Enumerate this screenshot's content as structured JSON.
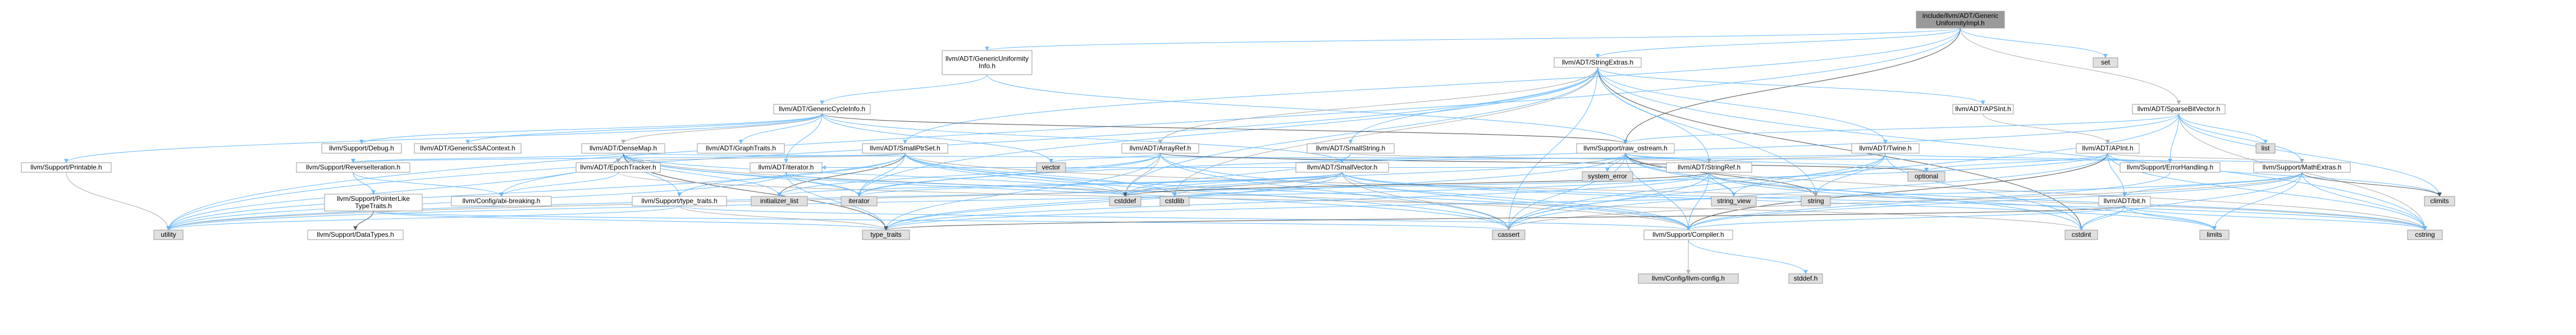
{
  "colors": {
    "root_fill": "#9a9a9a",
    "header_fill": "#ffffff",
    "missing_fill": "#e0e0e0",
    "incomplete_border": "#ff0000",
    "edge_primary": "#63b8ff",
    "edge_secondary": "#a9a9a9",
    "edge_tertiary": "#4d4d4d"
  },
  "nodes": [
    {
      "id": "root",
      "lines": [
        "include/llvm/ADT/Generic",
        "UniformityImpl.h"
      ],
      "kind": "root"
    },
    {
      "id": "genuniinfo",
      "lines": [
        "llvm/ADT/GenericUniformity",
        "Info.h"
      ],
      "kind": "header"
    },
    {
      "id": "stringextras",
      "lines": [
        "llvm/ADT/StringExtras.h"
      ],
      "kind": "header"
    },
    {
      "id": "set",
      "lines": [
        "set"
      ],
      "kind": "missing"
    },
    {
      "id": "gencycleinfo",
      "lines": [
        "llvm/ADT/GenericCycleInfo.h"
      ],
      "kind": "header"
    },
    {
      "id": "apsint",
      "lines": [
        "llvm/ADT/APSInt.h"
      ],
      "kind": "header"
    },
    {
      "id": "sparsebv",
      "lines": [
        "llvm/ADT/SparseBitVector.h"
      ],
      "kind": "header"
    },
    {
      "id": "debug",
      "lines": [
        "llvm/Support/Debug.h"
      ],
      "kind": "header"
    },
    {
      "id": "genssactx",
      "lines": [
        "llvm/ADT/GenericSSAContext.h"
      ],
      "kind": "header"
    },
    {
      "id": "densemap",
      "lines": [
        "llvm/ADT/DenseMap.h"
      ],
      "kind": "incomplete"
    },
    {
      "id": "graphtraits",
      "lines": [
        "llvm/ADT/GraphTraits.h"
      ],
      "kind": "incomplete"
    },
    {
      "id": "smallptrset",
      "lines": [
        "llvm/ADT/SmallPtrSet.h"
      ],
      "kind": "header"
    },
    {
      "id": "arrayref",
      "lines": [
        "llvm/ADT/ArrayRef.h"
      ],
      "kind": "incomplete"
    },
    {
      "id": "smallstring",
      "lines": [
        "llvm/ADT/SmallString.h"
      ],
      "kind": "header"
    },
    {
      "id": "rawostream",
      "lines": [
        "llvm/Support/raw_ostream.h"
      ],
      "kind": "header"
    },
    {
      "id": "twine",
      "lines": [
        "llvm/ADT/Twine.h"
      ],
      "kind": "header"
    },
    {
      "id": "apint",
      "lines": [
        "llvm/ADT/APInt.h"
      ],
      "kind": "header"
    },
    {
      "id": "list",
      "lines": [
        "list"
      ],
      "kind": "missing"
    },
    {
      "id": "printable",
      "lines": [
        "llvm/Support/Printable.h"
      ],
      "kind": "incomplete"
    },
    {
      "id": "reverseiter",
      "lines": [
        "llvm/Support/ReverseIteration.h"
      ],
      "kind": "header"
    },
    {
      "id": "epochtracker",
      "lines": [
        "llvm/ADT/EpochTracker.h"
      ],
      "kind": "header"
    },
    {
      "id": "iterator_h",
      "lines": [
        "llvm/ADT/iterator.h"
      ],
      "kind": "incomplete"
    },
    {
      "id": "vector",
      "lines": [
        "vector"
      ],
      "kind": "missing"
    },
    {
      "id": "smallvector",
      "lines": [
        "llvm/ADT/SmallVector.h"
      ],
      "kind": "incomplete"
    },
    {
      "id": "system_error",
      "lines": [
        "system_error"
      ],
      "kind": "missing"
    },
    {
      "id": "stringref",
      "lines": [
        "llvm/ADT/StringRef.h"
      ],
      "kind": "incomplete"
    },
    {
      "id": "optional",
      "lines": [
        "optional"
      ],
      "kind": "missing"
    },
    {
      "id": "errorhandling",
      "lines": [
        "llvm/Support/ErrorHandling.h"
      ],
      "kind": "header"
    },
    {
      "id": "mathextras",
      "lines": [
        "llvm/Support/MathExtras.h"
      ],
      "kind": "header"
    },
    {
      "id": "ptrlike",
      "lines": [
        "llvm/Support/PointerLike",
        "TypeTraits.h"
      ],
      "kind": "header"
    },
    {
      "id": "abibreaking",
      "lines": [
        "llvm/Config/abi-breaking.h"
      ],
      "kind": "header"
    },
    {
      "id": "typetraits_h",
      "lines": [
        "llvm/Support/type_traits.h"
      ],
      "kind": "header"
    },
    {
      "id": "init_list",
      "lines": [
        "initializer_list"
      ],
      "kind": "missing"
    },
    {
      "id": "iterator",
      "lines": [
        "iterator"
      ],
      "kind": "missing"
    },
    {
      "id": "cstddef",
      "lines": [
        "cstddef"
      ],
      "kind": "missing"
    },
    {
      "id": "cstdlib",
      "lines": [
        "cstdlib"
      ],
      "kind": "missing"
    },
    {
      "id": "string_view",
      "lines": [
        "string_view"
      ],
      "kind": "missing"
    },
    {
      "id": "string",
      "lines": [
        "string"
      ],
      "kind": "missing"
    },
    {
      "id": "bit",
      "lines": [
        "llvm/ADT/bit.h"
      ],
      "kind": "header"
    },
    {
      "id": "climits",
      "lines": [
        "climits"
      ],
      "kind": "missing"
    },
    {
      "id": "datatypes",
      "lines": [
        "llvm/Support/DataTypes.h"
      ],
      "kind": "incomplete"
    },
    {
      "id": "utility",
      "lines": [
        "utility"
      ],
      "kind": "missing"
    },
    {
      "id": "type_traits",
      "lines": [
        "type_traits"
      ],
      "kind": "missing"
    },
    {
      "id": "cassert",
      "lines": [
        "cassert"
      ],
      "kind": "missing"
    },
    {
      "id": "compiler",
      "lines": [
        "llvm/Support/Compiler.h"
      ],
      "kind": "header"
    },
    {
      "id": "cstdint",
      "lines": [
        "cstdint"
      ],
      "kind": "missing"
    },
    {
      "id": "limits",
      "lines": [
        "limits"
      ],
      "kind": "missing"
    },
    {
      "id": "cstring",
      "lines": [
        "cstring"
      ],
      "kind": "missing"
    },
    {
      "id": "llvmconfig",
      "lines": [
        "llvm/Config/llvm-config.h"
      ],
      "kind": "missing"
    },
    {
      "id": "stddef",
      "lines": [
        "stddef.h"
      ],
      "kind": "missing"
    }
  ],
  "edges": [
    [
      "root",
      "genuniinfo"
    ],
    [
      "root",
      "stringextras"
    ],
    [
      "root",
      "set"
    ],
    [
      "root",
      "sparsebv"
    ],
    [
      "root",
      "smallptrset"
    ],
    [
      "root",
      "rawostream"
    ],
    [
      "root",
      "utility"
    ],
    [
      "genuniinfo",
      "gencycleinfo"
    ],
    [
      "genuniinfo",
      "rawostream"
    ],
    [
      "stringextras",
      "apsint"
    ],
    [
      "stringextras",
      "arrayref"
    ],
    [
      "stringextras",
      "smallstring"
    ],
    [
      "stringextras",
      "stringref"
    ],
    [
      "stringextras",
      "twine"
    ],
    [
      "stringextras",
      "cassert"
    ],
    [
      "stringextras",
      "cstddef"
    ],
    [
      "stringextras",
      "cstdint"
    ],
    [
      "stringextras",
      "cstdlib"
    ],
    [
      "stringextras",
      "cstring"
    ],
    [
      "stringextras",
      "iterator"
    ],
    [
      "stringextras",
      "string"
    ],
    [
      "stringextras",
      "utility"
    ],
    [
      "gencycleinfo",
      "debug"
    ],
    [
      "gencycleinfo",
      "genssactx"
    ],
    [
      "gencycleinfo",
      "densemap"
    ],
    [
      "gencycleinfo",
      "graphtraits"
    ],
    [
      "gencycleinfo",
      "smallvector"
    ],
    [
      "gencycleinfo",
      "rawostream"
    ],
    [
      "gencycleinfo",
      "printable"
    ],
    [
      "gencycleinfo",
      "iterator_h"
    ],
    [
      "gencycleinfo",
      "vector"
    ],
    [
      "apsint",
      "apint"
    ],
    [
      "sparsebv",
      "errorhandling"
    ],
    [
      "sparsebv",
      "mathextras"
    ],
    [
      "sparsebv",
      "rawostream"
    ],
    [
      "sparsebv",
      "list"
    ],
    [
      "sparsebv",
      "cassert"
    ],
    [
      "sparsebv",
      "climits"
    ],
    [
      "sparsebv",
      "cstring"
    ],
    [
      "sparsebv",
      "iterator"
    ],
    [
      "densemap",
      "epochtracker"
    ],
    [
      "densemap",
      "reverseiter"
    ],
    [
      "densemap",
      "typetraits_h"
    ],
    [
      "densemap",
      "abibreaking"
    ],
    [
      "densemap",
      "mathextras"
    ],
    [
      "densemap",
      "compiler"
    ],
    [
      "densemap",
      "init_list"
    ],
    [
      "densemap",
      "iterator"
    ],
    [
      "densemap",
      "cstddef"
    ],
    [
      "densemap",
      "type_traits"
    ],
    [
      "densemap",
      "utility"
    ],
    [
      "densemap",
      "cassert"
    ],
    [
      "smallptrset",
      "epochtracker"
    ],
    [
      "smallptrset",
      "reverseiter"
    ],
    [
      "smallptrset",
      "typetraits_h"
    ],
    [
      "smallptrset",
      "compiler"
    ],
    [
      "smallptrset",
      "cassert"
    ],
    [
      "smallptrset",
      "cstddef"
    ],
    [
      "smallptrset",
      "cstdlib"
    ],
    [
      "smallptrset",
      "cstring"
    ],
    [
      "smallptrset",
      "init_list"
    ],
    [
      "smallptrset",
      "iterator"
    ],
    [
      "smallptrset",
      "utility"
    ],
    [
      "arrayref",
      "smallvector"
    ],
    [
      "arrayref",
      "compiler"
    ],
    [
      "arrayref",
      "cassert"
    ],
    [
      "arrayref",
      "cstddef"
    ],
    [
      "arrayref",
      "init_list"
    ],
    [
      "arrayref",
      "iterator"
    ],
    [
      "arrayref",
      "type_traits"
    ],
    [
      "arrayref",
      "vector"
    ],
    [
      "arrayref",
      "optional"
    ],
    [
      "smallstring",
      "smallvector"
    ],
    [
      "smallstring",
      "stringref"
    ],
    [
      "smallstring",
      "cstddef"
    ],
    [
      "rawostream",
      "stringref"
    ],
    [
      "rawostream",
      "compiler"
    ],
    [
      "rawostream",
      "cassert"
    ],
    [
      "rawostream",
      "cstddef"
    ],
    [
      "rawostream",
      "cstdint"
    ],
    [
      "rawostream",
      "cstring"
    ],
    [
      "rawostream",
      "optional"
    ],
    [
      "rawostream",
      "string"
    ],
    [
      "rawostream",
      "string_view"
    ],
    [
      "rawostream",
      "system_error"
    ],
    [
      "rawostream",
      "type_traits"
    ],
    [
      "twine",
      "smallvector"
    ],
    [
      "twine",
      "stringref"
    ],
    [
      "twine",
      "errorhandling"
    ],
    [
      "twine",
      "cassert"
    ],
    [
      "twine",
      "cstdint"
    ],
    [
      "twine",
      "string"
    ],
    [
      "twine",
      "string_view"
    ],
    [
      "apint",
      "compiler"
    ],
    [
      "apint",
      "mathextras"
    ],
    [
      "apint",
      "bit"
    ],
    [
      "apint",
      "cassert"
    ],
    [
      "apint",
      "climits"
    ],
    [
      "apint",
      "cstring"
    ],
    [
      "apint",
      "optional"
    ],
    [
      "apint",
      "utility"
    ],
    [
      "printable",
      "utility"
    ],
    [
      "reverseiter",
      "ptrlike"
    ],
    [
      "reverseiter",
      "abibreaking"
    ],
    [
      "ptrlike",
      "datatypes"
    ],
    [
      "ptrlike",
      "cassert"
    ],
    [
      "ptrlike",
      "type_traits"
    ],
    [
      "epochtracker",
      "abibreaking"
    ],
    [
      "epochtracker",
      "cstdint"
    ],
    [
      "iterator_h",
      "iterator"
    ],
    [
      "iterator_h",
      "cstddef"
    ],
    [
      "iterator_h",
      "type_traits"
    ],
    [
      "iterator_h",
      "utility"
    ],
    [
      "smallvector",
      "compiler"
    ],
    [
      "smallvector",
      "type_traits"
    ],
    [
      "smallvector",
      "cassert"
    ],
    [
      "smallvector",
      "cstddef"
    ],
    [
      "smallvector",
      "cstdlib"
    ],
    [
      "smallvector",
      "cstring"
    ],
    [
      "smallvector",
      "init_list"
    ],
    [
      "smallvector",
      "iterator"
    ],
    [
      "smallvector",
      "limits"
    ],
    [
      "smallvector",
      "utility"
    ],
    [
      "stringref",
      "compiler"
    ],
    [
      "stringref",
      "iterator_h"
    ],
    [
      "stringref",
      "cassert"
    ],
    [
      "stringref",
      "cstddef"
    ],
    [
      "stringref",
      "cstring"
    ],
    [
      "stringref",
      "limits"
    ],
    [
      "stringref",
      "string"
    ],
    [
      "stringref",
      "string_view"
    ],
    [
      "stringref",
      "type_traits"
    ],
    [
      "stringref",
      "utility"
    ],
    [
      "errorhandling",
      "compiler"
    ],
    [
      "mathextras",
      "bit"
    ],
    [
      "mathextras",
      "compiler"
    ],
    [
      "mathextras",
      "cassert"
    ],
    [
      "mathextras",
      "climits"
    ],
    [
      "mathextras",
      "cstdint"
    ],
    [
      "mathextras",
      "cstring"
    ],
    [
      "mathextras",
      "limits"
    ],
    [
      "mathextras",
      "type_traits"
    ],
    [
      "typetraits_h",
      "compiler"
    ],
    [
      "typetraits_h",
      "type_traits"
    ],
    [
      "typetraits_h",
      "utility"
    ],
    [
      "bit",
      "compiler"
    ],
    [
      "bit",
      "cstdint"
    ],
    [
      "bit",
      "limits"
    ],
    [
      "bit",
      "type_traits"
    ],
    [
      "bit",
      "cstring"
    ],
    [
      "compiler",
      "llvmconfig"
    ],
    [
      "compiler",
      "stddef"
    ]
  ]
}
